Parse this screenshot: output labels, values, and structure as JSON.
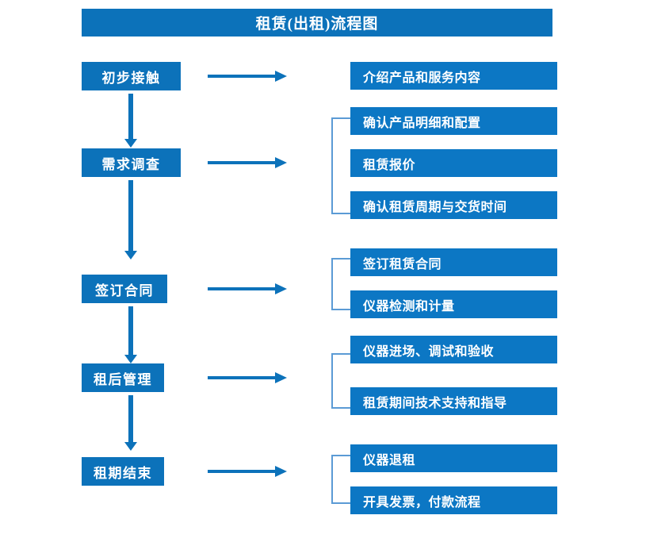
{
  "chart_data": {
    "type": "diagram",
    "title": "租赁(出租)流程图",
    "diagram_kind": "flowchart",
    "orientation": "vertical-stages-with-right-detail-groups",
    "stages": [
      {
        "label": "初步接触",
        "details": [
          "介绍产品和服务内容"
        ]
      },
      {
        "label": "需求调查",
        "details": [
          "确认产品明细和配置",
          "租赁报价",
          "确认租赁周期与交货时间"
        ]
      },
      {
        "label": "签订合同",
        "details": [
          "签订租赁合同",
          "仪器检测和计量"
        ]
      },
      {
        "label": "租后管理",
        "details": [
          "仪器进场、调试和验收",
          "租赁期间技术支持和指导"
        ]
      },
      {
        "label": "租期结束",
        "details": [
          "仪器退租",
          "开具发票，付款流程"
        ]
      }
    ]
  },
  "header": {
    "title": "租赁(出租)流程图"
  },
  "colors": {
    "header_bg": "#0c72ba",
    "stage_bg": "#0c72ba",
    "detail_bg": "#0c77c4",
    "arrow": "#0c72ba",
    "bracket": "#5b9bd5",
    "text": "#ffffff",
    "page_bg": "#ffffff"
  },
  "stages": [
    {
      "label": "初步接触"
    },
    {
      "label": "需求调查"
    },
    {
      "label": "签订合同"
    },
    {
      "label": "租后管理"
    },
    {
      "label": "租期结束"
    }
  ],
  "details": [
    {
      "label": "介绍产品和服务内容"
    },
    {
      "label": "确认产品明细和配置"
    },
    {
      "label": "租赁报价"
    },
    {
      "label": "确认租赁周期与交货时间"
    },
    {
      "label": "签订租赁合同"
    },
    {
      "label": "仪器检测和计量"
    },
    {
      "label": "仪器进场、调试和验收"
    },
    {
      "label": "租赁期间技术支持和指导"
    },
    {
      "label": "仪器退租"
    },
    {
      "label": "开具发票，付款流程"
    }
  ]
}
